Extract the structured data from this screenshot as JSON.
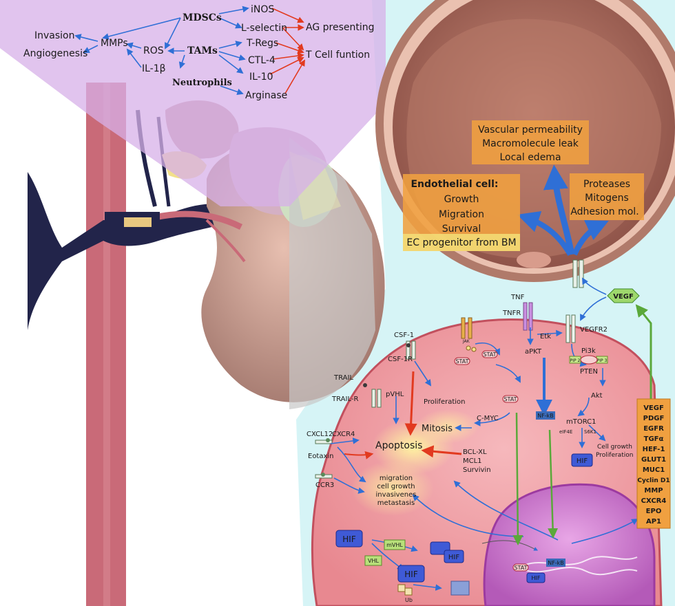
{
  "immune": {
    "mdscs": "MDSCs",
    "tams": "TAMs",
    "neutrophils": "Neutrophils",
    "mmps": "MMPs",
    "ros": "ROS",
    "il1b": "IL-1β",
    "invasion": "Invasion",
    "angiogenesis": "Angiogenesis",
    "inos": "iNOS",
    "lselectin": "L-selectin",
    "tregs": "T-Regs",
    "ctl4": "CTL-4",
    "il10": "IL-10",
    "arginase": "Arginase",
    "ag_presenting": "AG presenting",
    "tcell": "T Cell funtion"
  },
  "vessel": {
    "vascular": [
      "Vascular permeability",
      "Macromolecule leak",
      "Local edema"
    ],
    "endothelial_title": "Endothelial cell:",
    "endothelial": [
      "Growth",
      "Migration",
      "Survival",
      "EC progenitor from BM"
    ],
    "proteases": [
      "Proteases",
      "Mitogens",
      "Adhesion mol."
    ]
  },
  "cell": {
    "vegf": "VEGF",
    "vegfr2": "VEGFR2",
    "tnf": "TNF",
    "tnfr": "TNFR",
    "etk": "Etk",
    "apkt": "aPKT",
    "jak": "JAK",
    "csf1": "CSF-1",
    "csf1r": "CSF-1R",
    "trail": "TRAIL",
    "trailr": "TRAIL-R",
    "pvhl": "pVHL",
    "proliferation": "Proliferation",
    "mitosis": "Mitosis",
    "cmyc": "C-MYC",
    "nfkb": "NF-kB",
    "pi3k": "Pi3k",
    "pip2": "PIP 2",
    "pip3": "PIP 3",
    "pten": "PTEN",
    "akt": "Akt",
    "mtorc1": "mTORC1",
    "eif4e": "eIF4E",
    "s6k1": "S6K1",
    "hif": "HIF",
    "cell_growth": [
      "Cell growth",
      "Proliferation"
    ],
    "cxcl12": "CXCL12",
    "cxcr4": "CXCR4",
    "eotaxin": "Eotaxin",
    "ccr3": "CCR3",
    "apoptosis": "Apoptosis",
    "antiapop": [
      "BCL-XL",
      "MCL1",
      "Survivin"
    ],
    "migration": [
      "migration",
      "cell growth",
      "invasivenes",
      "metastasis"
    ],
    "mvhl": "mVHL",
    "vhl": "VHL",
    "stat": "STAT",
    "ub": "Ub",
    "targets": [
      "VEGF",
      "PDGF",
      "EGFR",
      "TGFα",
      "HEF-1",
      "GLUT1",
      "MUC1",
      "Cyclin D1",
      "MMP",
      "CXCR4",
      "EPO",
      "AP1"
    ]
  },
  "colors": {
    "arrow_blue": "#2f6fd6",
    "arrow_red": "#e23a1f",
    "arrow_green": "#5aa83a",
    "panel_purple": "#e2c6ef",
    "panel_cyan": "#d6f4f6",
    "cell_pink": "#f0a0a6",
    "box_orange": "#f0a040"
  }
}
